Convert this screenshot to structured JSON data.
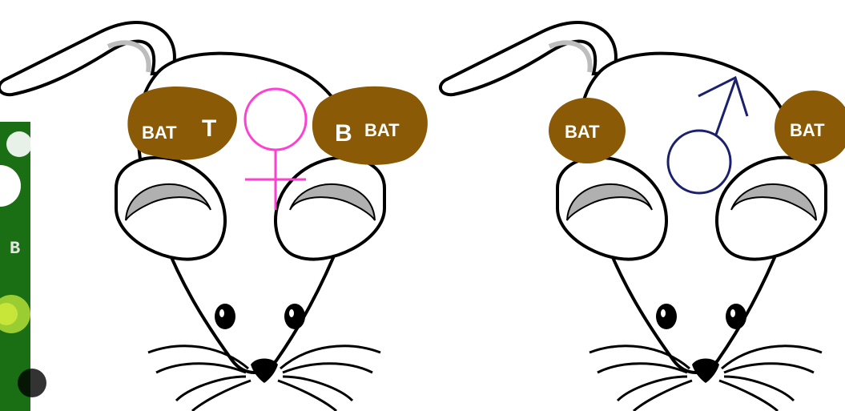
{
  "colors": {
    "bat_fill": "#8a5a06",
    "female_symbol": "#ff3fd2",
    "male_symbol": "#1a1f6e",
    "side_panel": "#1a6e14",
    "side_dot_light": "#9acd32",
    "mouse_outline": "#000000",
    "ear_inner": "#b0b0b0"
  },
  "side_panel": {
    "letter": "B"
  },
  "left_mouse": {
    "sex_symbol": "female-symbol",
    "bat_left": {
      "main": "BAT",
      "extra": "T"
    },
    "bat_right": {
      "extra": "B",
      "main": "BAT"
    }
  },
  "right_mouse": {
    "sex_symbol": "male-symbol",
    "bat_left": {
      "main": "BAT"
    },
    "bat_right": {
      "main": "BAT"
    }
  }
}
